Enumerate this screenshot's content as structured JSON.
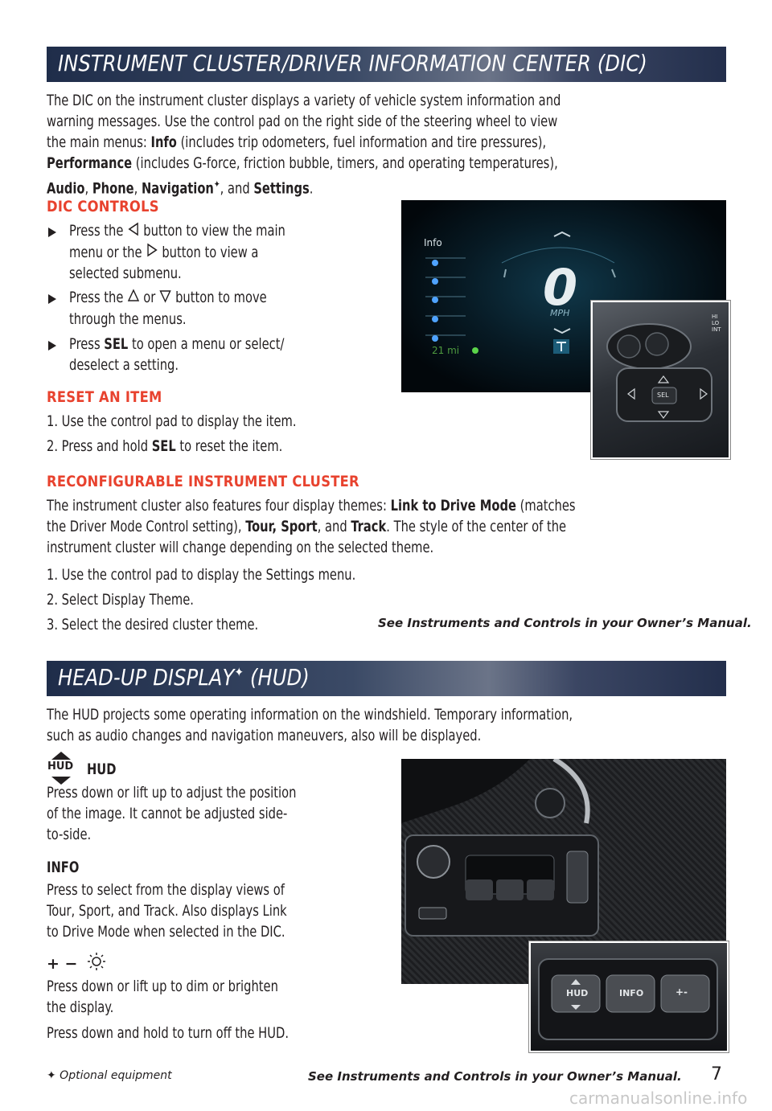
{
  "dic": {
    "title": "INSTRUMENT CLUSTER/DRIVER INFORMATION CENTER (DIC)",
    "intro_1": "The DIC on the instrument cluster displays a variety of vehicle system information and",
    "intro_2": "warning messages. Use the control pad on the right side of the steering wheel to view",
    "intro_3a": "the main menus: ",
    "intro_3b": "Info",
    "intro_3c": " (includes trip odometers, fuel information and tire pressures),",
    "intro_4a": "Performance",
    "intro_4b": " (includes G-force, friction bubble, timers, and operating temperatures),",
    "intro_5a": "Audio",
    "intro_5b": ", ",
    "intro_5c": "Phone",
    "intro_5d": ", ",
    "intro_5e": "Navigation",
    "intro_5f": "✦",
    "intro_5g": ", and ",
    "intro_5h": "Settings",
    "intro_5i": ".",
    "controls_heading": "DIC CONTROLS",
    "b1_l1a": "Press the ",
    "b1_l1b": " button to view the main",
    "b1_l2a": "menu or the ",
    "b1_l2b": " button to view a",
    "b1_l3": "selected submenu.",
    "b2_l1a": "Press the ",
    "b2_l1b": " or ",
    "b2_l1c": " button to move",
    "b2_l2": "through the menus.",
    "b3_l1a": "Press ",
    "b3_l1b": "SEL",
    "b3_l1c": " to open a menu or select/",
    "b3_l2": "deselect a setting.",
    "reset_heading": "RESET AN ITEM",
    "reset_1": "1.  Use the control pad to display the item.",
    "reset_2a": "2.  Press and hold ",
    "reset_2b": "SEL",
    "reset_2c": " to reset the item.",
    "reconf_heading": "RECONFIGURABLE INSTRUMENT CLUSTER",
    "reconf_1a": "The instrument cluster also features four display themes: ",
    "reconf_1b": "Link to Drive Mode",
    "reconf_1c": " (matches",
    "reconf_2a": "the Driver Mode Control setting), ",
    "reconf_2b": "Tour, Sport",
    "reconf_2c": ", and ",
    "reconf_2d": "Track",
    "reconf_2e": ". The style of the center of the",
    "reconf_3": "instrument cluster will change depending on the selected theme.",
    "step_1": "1.  Use the control pad to display the Settings menu.",
    "step_2": "2.  Select Display Theme.",
    "step_3": "3.  Select the desired cluster theme.",
    "see_manual": "See Instruments and Controls in your Owner’s Manual.",
    "cluster": {
      "menu_title": "Info",
      "speed": "0",
      "speed_unit": "MPH",
      "range": "21 mi"
    },
    "pad": {
      "sel": "SEL",
      "side_l1": "HI",
      "side_l2": "LO",
      "side_l3": "INT"
    }
  },
  "hud": {
    "title_a": "HEAD-UP DISPLAY",
    "title_b": "✦",
    "title_c": " (HUD)",
    "intro_1": "The HUD projects some operating information on the windshield. Temporary information,",
    "intro_2": "such as audio changes and navigation maneuvers, also will be displayed.",
    "hud_icon": "HUD",
    "hud_heading": "HUD",
    "hud_1": "Press down or lift up to adjust the position",
    "hud_2": "of the image. It cannot be adjusted side-",
    "hud_3": "to-side.",
    "info_heading": "INFO",
    "info_1": "Press to select from the display views of",
    "info_2": "Tour, Sport, and Track. Also displays Link",
    "info_3": "to Drive Mode when selected in the DIC.",
    "dim_heading": "+ −",
    "dim_1": "Press down or lift up to dim or brighten",
    "dim_2": "the display.",
    "dim_3": "Press down and hold to turn off the HUD.",
    "photo_btn_info": "INFO",
    "photo_btn_hud": "HUD",
    "photo_btn_dim": "+-"
  },
  "footer": {
    "optional_star": "✦",
    "optional": " Optional equipment",
    "see_manual": "See Instruments and Controls in your Owner’s Manual.",
    "page_number": "7",
    "watermark": "carmanualsonline.info"
  }
}
